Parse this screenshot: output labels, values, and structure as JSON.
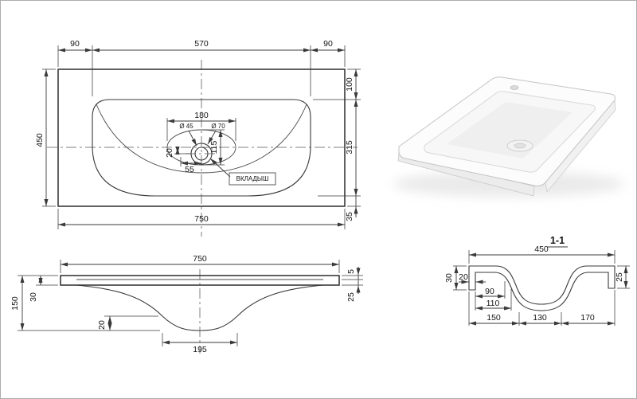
{
  "drawing": {
    "background": "#ffffff",
    "line_color": "#3a3a3a"
  },
  "plan": {
    "dim_top_left": "90",
    "dim_top_center": "570",
    "dim_top_right": "90",
    "dim_left": "450",
    "dim_right_top": "100",
    "dim_right_mid": "315",
    "dim_right_bottom": "35",
    "dim_bottom": "750",
    "dim_basin_width": "180",
    "dim_drain_inner": "Ø 45",
    "dim_drain_outer": "Ø 70",
    "dim_basin_height": "115",
    "dim_drain_offset": "20",
    "dim_drain_x": "55",
    "insert_label": "ВКЛАДЫШ"
  },
  "front": {
    "dim_top": "750",
    "dim_height": "150",
    "dim_rim": "30",
    "dim_lip": "5",
    "dim_edge": "25",
    "dim_foot_height": "20",
    "dim_foot_width": "195"
  },
  "section": {
    "title": "1-1",
    "dim_width": "450",
    "dim_apron_left": "30",
    "dim_wall": "20",
    "dim_inner_a": "90",
    "dim_inner_b": "110",
    "dim_bottom_left": "150",
    "dim_bottom_mid": "130",
    "dim_bottom_right": "170",
    "dim_apron_right": "25"
  }
}
